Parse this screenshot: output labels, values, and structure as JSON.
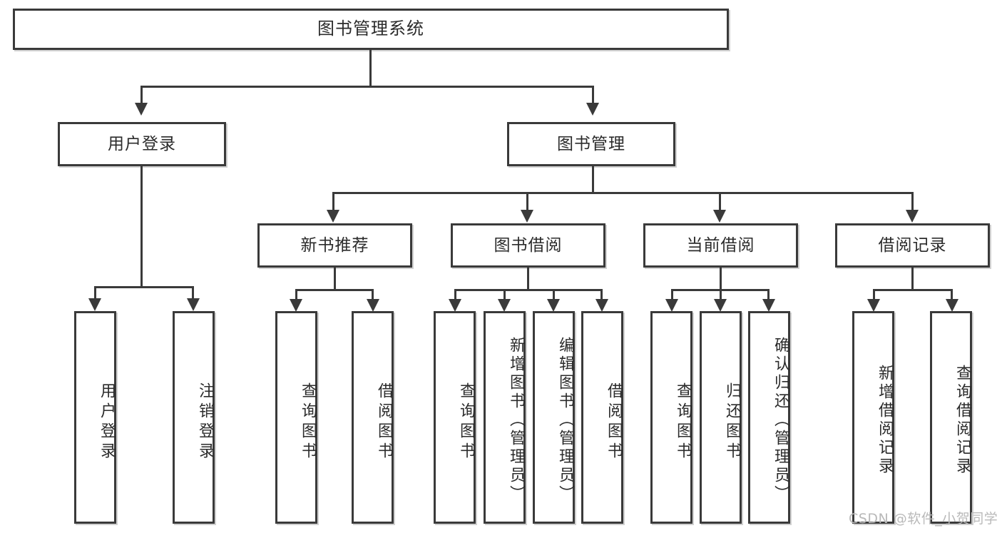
{
  "diagram": {
    "title": "图书管理系统",
    "type": "hierarchy-tree",
    "root": {
      "id": "root",
      "label": "图书管理系统"
    },
    "level2": [
      {
        "id": "user-login",
        "label": "用户登录"
      },
      {
        "id": "book-manage",
        "label": "图书管理"
      }
    ],
    "level3": [
      {
        "id": "new-book-rec",
        "label": "新书推荐"
      },
      {
        "id": "book-borrow",
        "label": "图书借阅"
      },
      {
        "id": "current-borrow",
        "label": "当前借阅"
      },
      {
        "id": "borrow-record",
        "label": "借阅记录"
      }
    ],
    "leaves": {
      "user_login": [
        {
          "id": "leaf-user-login",
          "label": "用户登录"
        },
        {
          "id": "leaf-logout",
          "label": "注销登录"
        }
      ],
      "new_book_rec": [
        {
          "id": "leaf-query-book-1",
          "label": "查询图书"
        },
        {
          "id": "leaf-borrow-book-1",
          "label": "借阅图书"
        }
      ],
      "book_borrow": [
        {
          "id": "leaf-query-book-2",
          "label": "查询图书"
        },
        {
          "id": "leaf-add-book",
          "label": "新增图书（管理员）"
        },
        {
          "id": "leaf-edit-book",
          "label": "编辑图书（管理员）"
        },
        {
          "id": "leaf-borrow-book-2",
          "label": "借阅图书"
        }
      ],
      "current_borrow": [
        {
          "id": "leaf-query-book-3",
          "label": "查询图书"
        },
        {
          "id": "leaf-return-book",
          "label": "归还图书"
        },
        {
          "id": "leaf-confirm-return",
          "label": "确认归还（管理员）"
        }
      ],
      "borrow_record": [
        {
          "id": "leaf-add-record",
          "label": "新增借阅记录"
        },
        {
          "id": "leaf-query-record",
          "label": "查询借阅记录"
        }
      ]
    }
  },
  "watermark": {
    "text": "CSDN @软件_小贺同学"
  },
  "colors": {
    "stroke": "#3a3a3a",
    "text": "#2b2b2b",
    "background": "#ffffff",
    "watermark": "#b9b9b9"
  }
}
